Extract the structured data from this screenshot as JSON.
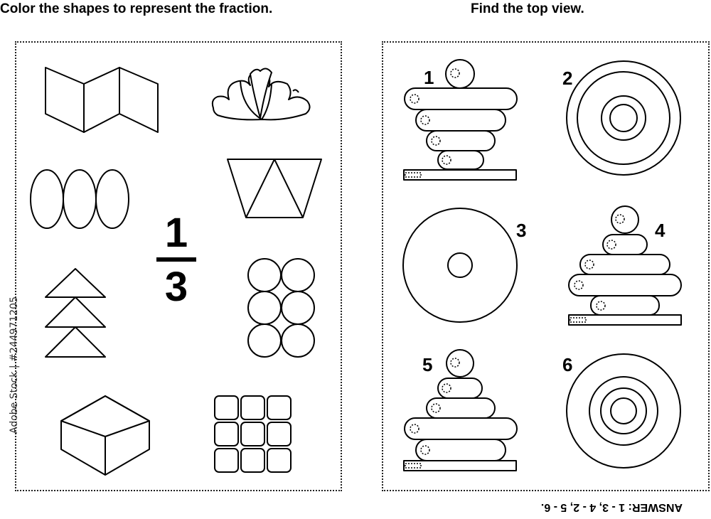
{
  "left_title": "Color the shapes to represent the fraction.",
  "right_title": "Find the top view.",
  "fraction": {
    "numerator": "1",
    "denominator": "3"
  },
  "options": [
    "1",
    "2",
    "3",
    "4",
    "5",
    "6"
  ],
  "stock_text": "Adobe Stock | #244971205",
  "answer": "ANSWER: 1 - 3, 4 - 2, 5 - 6."
}
